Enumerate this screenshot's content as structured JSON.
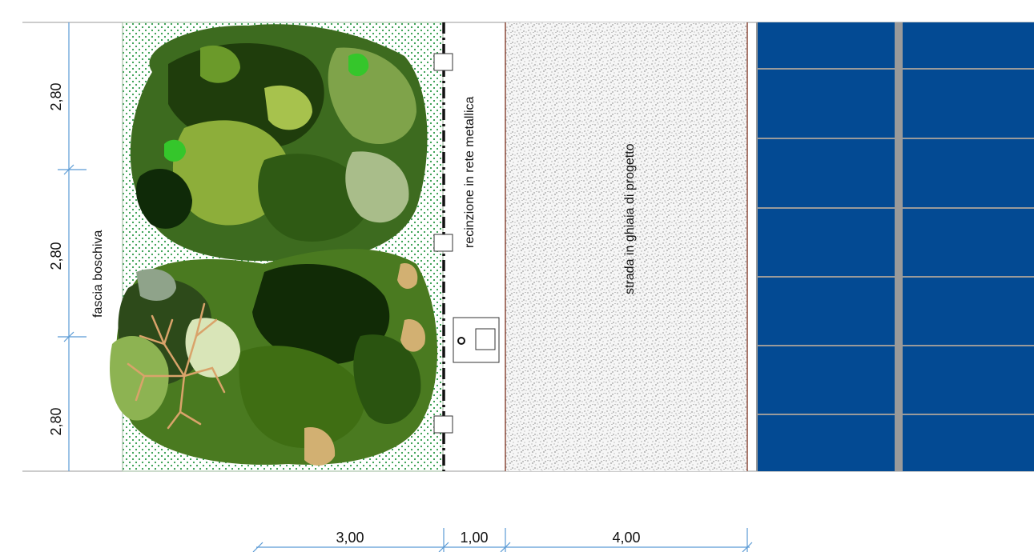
{
  "labels": {
    "forest_strip": "fascia boschiva",
    "fence": "recinzione in rete metallica",
    "road": "strada in ghiaia di progetto"
  },
  "vertical_dimensions": [
    "2,80",
    "2,80",
    "2,80"
  ],
  "horizontal_dimensions": [
    "3,00",
    "1,00",
    "4,00"
  ],
  "colors": {
    "panel_blue": "#034a93",
    "dim_line": "#5b9bd5",
    "hatch_green": "#2e9b4a",
    "road_edge": "#8b4a3a"
  }
}
